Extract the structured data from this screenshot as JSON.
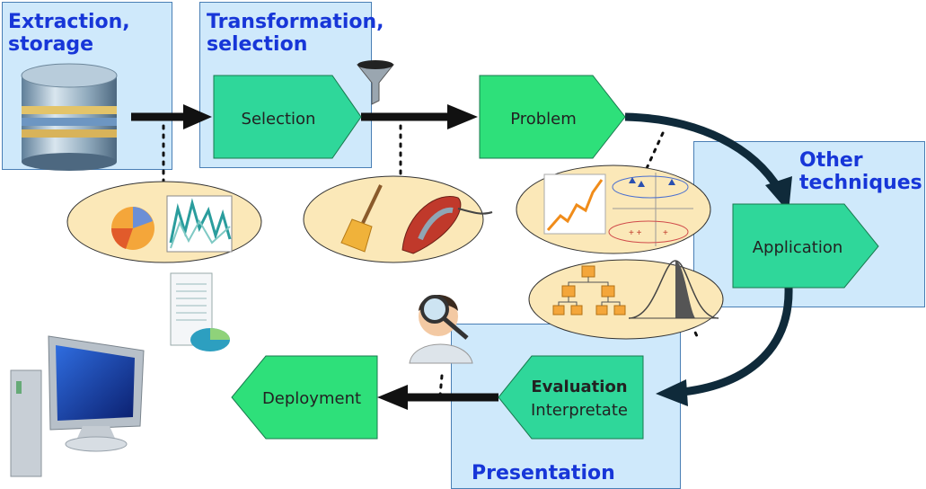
{
  "panels": {
    "extraction": "Extraction, storage",
    "transformation": "Transformation, selection",
    "other": "Other techniques",
    "presentation": "Presentation"
  },
  "panel_title_lines": {
    "extraction": [
      "Extraction,",
      "storage"
    ],
    "transformation": [
      "Transformation,",
      "selection"
    ],
    "other": [
      "Other",
      "techniques"
    ]
  },
  "steps": {
    "selection": "Selection",
    "problem": "Problem",
    "application": "Application",
    "evaluation": "Evaluation",
    "interpretate": "Interpretate",
    "deployment": "Deployment"
  },
  "colors": {
    "panel_fill": "#cfe9fb",
    "panel_border": "#4a7fb5",
    "title_blue": "#1736d8",
    "shape_green": "#2ee07a",
    "shape_teal": "#2fd79a",
    "ellipse_fill": "#fbe8b8",
    "arrow": "#111111",
    "arrow_curve": "#0f2a3a"
  },
  "icons": [
    "database-icon",
    "funnel-icon",
    "pie-chart-icon",
    "line-chart-icon",
    "broom-icon",
    "iron-icon",
    "trend-chart-icon",
    "cluster-plot-icon",
    "tree-icon",
    "distribution-icon",
    "report-icon",
    "analyst-icon",
    "computer-icon"
  ]
}
